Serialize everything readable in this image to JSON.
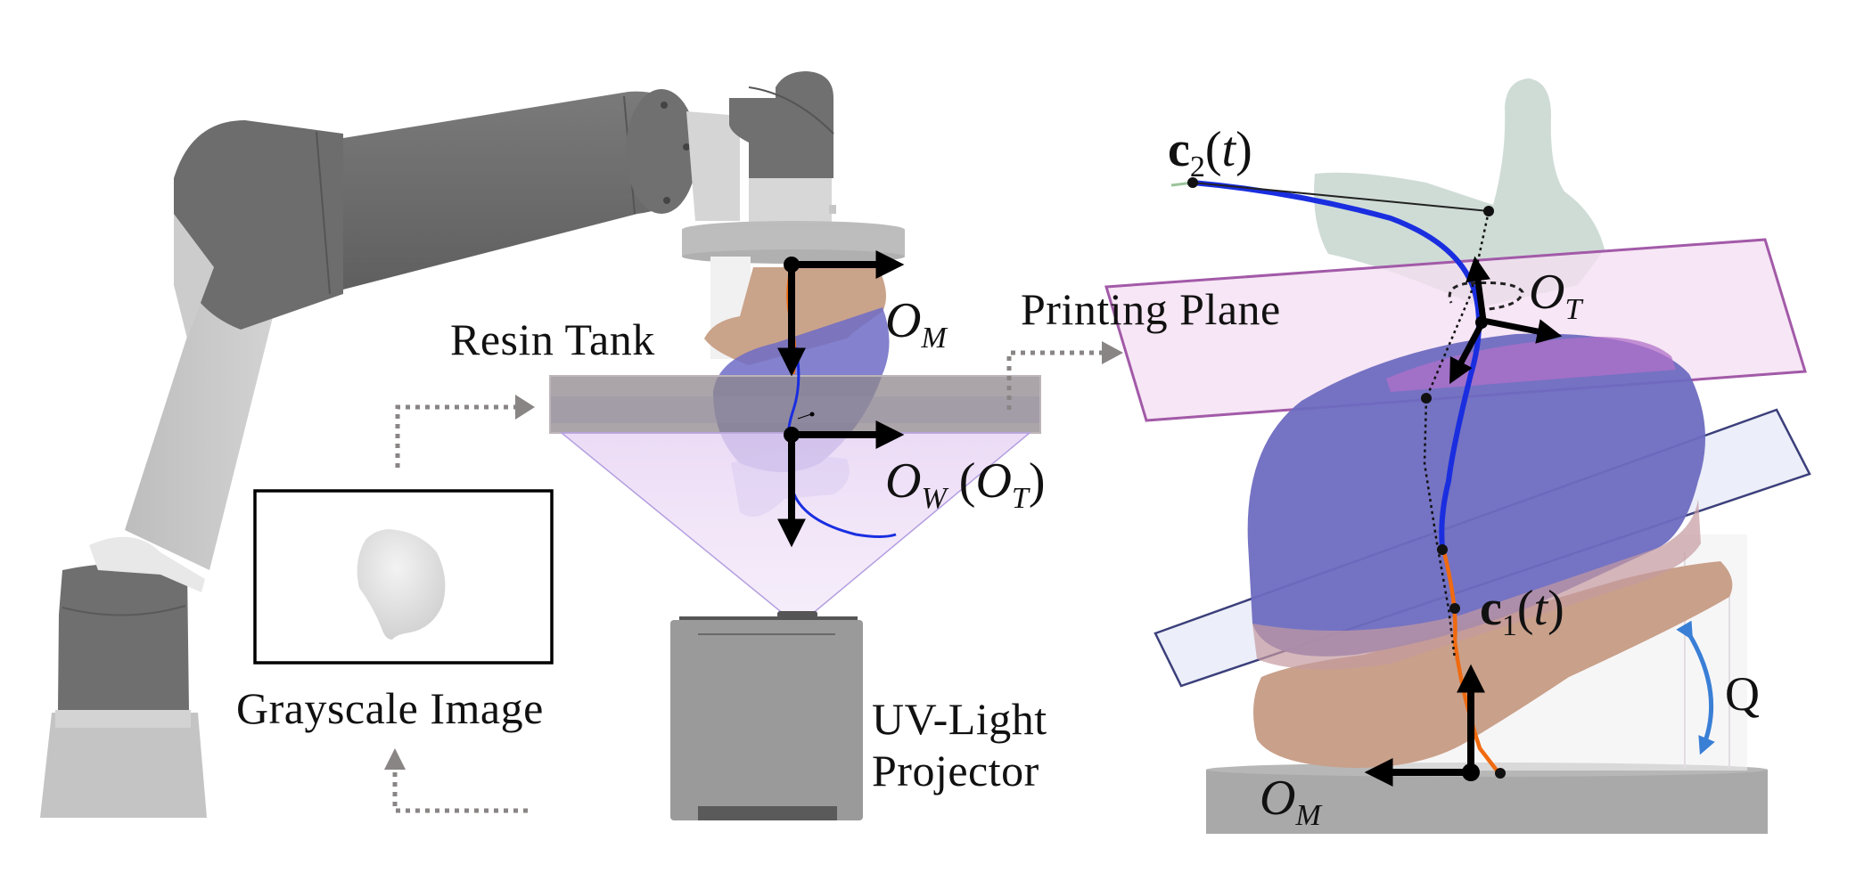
{
  "figure": {
    "description": "Robot-arm-based multi-axis vat photopolymerization setup and curved-layer printing frames",
    "colors": {
      "robot_dark": "#6e6e6e",
      "robot_light": "#c8c8c8",
      "resin_tank": "#9a9296",
      "uv_cone": "#ecd9f5",
      "projector": "#9b9b9b",
      "model_skin": "#c9a08a",
      "model_purple": "#6e6cc0",
      "model_green": "#cfdcd6",
      "printing_plane_fill": "#f6e4f3",
      "printing_plane_edge": "#a25aa8",
      "lower_plane_fill": "#eceefa",
      "lower_plane_edge": "#3b3f7a",
      "curve_blue": "#1a2ee0",
      "curve_orange": "#f06a10",
      "rotation_arrow": "#3a7fd6",
      "flow_arrow": "#8a8585"
    }
  },
  "left_panel": {
    "labels": {
      "resin_tank": "Resin Tank",
      "grayscale_image": "Grayscale Image",
      "uv_projector_line1": "UV-Light",
      "uv_projector_line2": "Projector"
    },
    "frames": {
      "model_frame": {
        "symbol": "O",
        "subscript": "M"
      },
      "world_frame": {
        "symbol": "O",
        "subscript": "W",
        "paren_symbol": "O",
        "paren_subscript": "T"
      }
    }
  },
  "right_panel": {
    "labels": {
      "printing_plane": "Printing Plane",
      "rotation": "Q"
    },
    "curves": {
      "c2": {
        "symbol": "c",
        "index": "2",
        "arg": "t"
      },
      "c1": {
        "symbol": "c",
        "index": "1",
        "arg": "t"
      }
    },
    "frames": {
      "tool_frame": {
        "symbol": "O",
        "subscript": "T"
      },
      "model_frame": {
        "symbol": "O",
        "subscript": "M"
      }
    }
  }
}
